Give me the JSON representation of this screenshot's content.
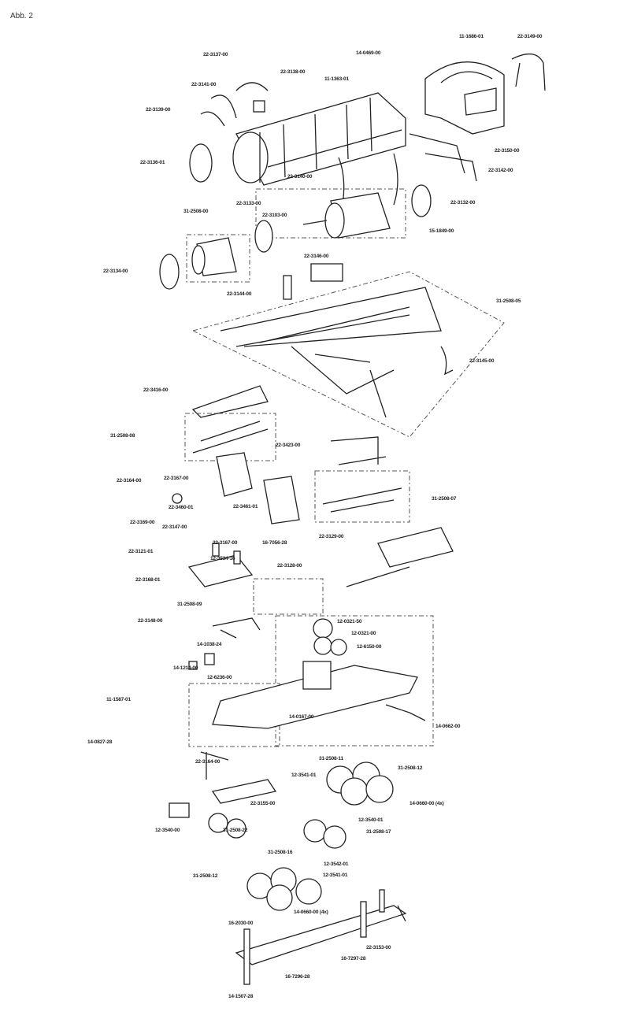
{
  "figure_label": "Abb. 2",
  "labels": [
    "22-3137-00",
    "11-1686-01",
    "22-3149-00",
    "14-0469-00",
    "22-3141-00",
    "22-3138-00",
    "11-1363-01",
    "22-3139-00",
    "22-3150-00",
    "22-3136-01",
    "22-3142-00",
    "22-3140-00",
    "22-3133-00",
    "31-2508-00",
    "22-3103-00",
    "22-3132-00",
    "15-1849-00",
    "22-3134-00",
    "22-3146-00",
    "22-3144-00",
    "31-2508-05",
    "22-3145-00",
    "22-3416-00",
    "31-2508-08",
    "22-3423-00",
    "22-3164-00",
    "22-3167-00",
    "22-3460-01",
    "22-3461-01",
    "31-2508-07",
    "22-3169-00",
    "22-3147-00",
    "22-3167-00",
    "16-7056-28",
    "22-3129-00",
    "22-3121-01",
    "12-3534-16",
    "22-3128-00",
    "22-3168-01",
    "31-2508-09",
    "22-3148-00",
    "12-0321-50",
    "12-0321-00",
    "14-1038-24",
    "12-6150-00",
    "14-1214-00",
    "12-6236-00",
    "11-1587-01",
    "14-0167-00",
    "14-0662-00",
    "14-0827-28",
    "22-3164-00",
    "31-2508-11",
    "31-2508-12",
    "12-3541-01",
    "22-3155-00",
    "14-0660-00 (4x)",
    "12-3540-00",
    "31-2508-22",
    "12-3540-01",
    "31-2508-17",
    "31-2508-16",
    "12-3542-01",
    "31-2508-12",
    "12-3541-01",
    "14-0660-00 (4x)",
    "16-2030-00",
    "22-3153-00",
    "16-7297-28",
    "16-7296-28",
    "14-1507-28"
  ]
}
